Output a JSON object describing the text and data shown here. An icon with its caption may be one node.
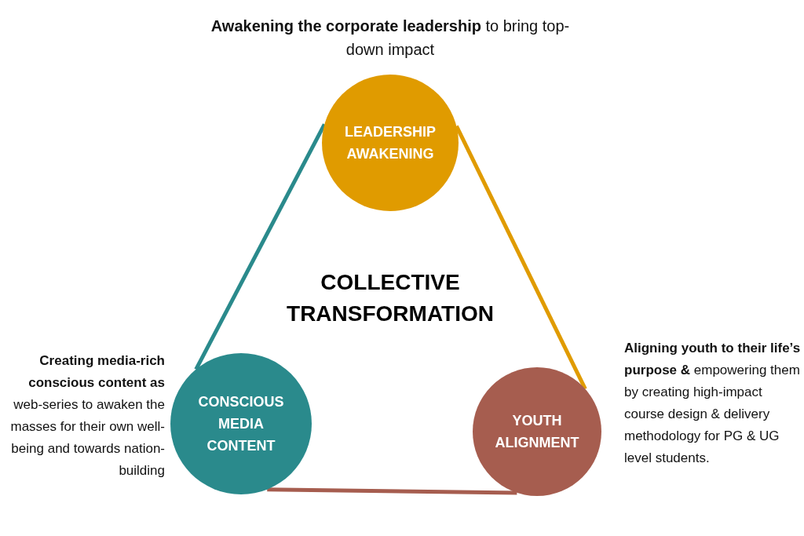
{
  "diagram": {
    "nodes": [
      {
        "text": [
          "LEADERSHIP AWAKENING"
        ],
        "beside": [
          "**Awakening the corporate leadership** to bring top-down impact"
        ]
      },
      {
        "text": [
          "CONSCIOUS MEDIA CONTENT"
        ],
        "beside": [
          "**Creating media-rich conscious content as** web-series to awaken the masses for their own well-being and towards nation-building"
        ]
      },
      {
        "text": [
          "YOUTH ALIGNMENT"
        ],
        "beside": [
          "**Aligning youth to their life’s purpose &** empowering them by creating high-impact course design & delivery methodology for PG & UG level students."
        ]
      }
    ],
    "edges": [
      {
        "from": 0,
        "to": 1,
        "arrow": "none",
        "color": "#2a8a8c"
      },
      {
        "from": 0,
        "to": 2,
        "arrow": "none",
        "color": "#e09b00"
      },
      {
        "from": 1,
        "to": 2,
        "arrow": "none",
        "color": "#a65d4f"
      }
    ],
    "labels": [
      "COLLECTIVE TRANSFORMATION"
    ]
  }
}
